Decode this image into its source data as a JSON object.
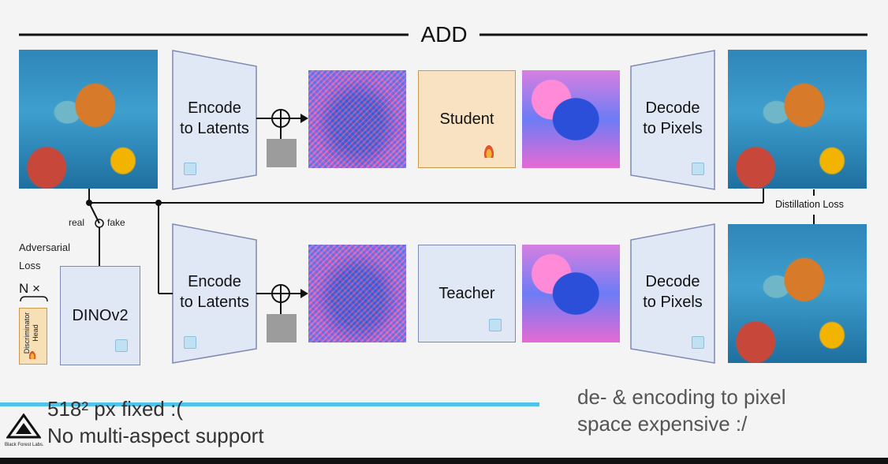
{
  "title": "ADD",
  "top_row": {
    "encode_label": "Encode\nto Latents",
    "student_label": "Student",
    "decode_label": "Decode\nto Pixels"
  },
  "bottom_row": {
    "encode_label": "Encode\nto Latents",
    "teacher_label": "Teacher",
    "decode_label": "Decode\nto Pixels"
  },
  "discriminator": {
    "adversarial_loss_label": "Adversarial\nLoss",
    "n_times": "N ×",
    "head_label": "Discriminator\nHead",
    "dino_label": "DINOv2",
    "switch_real": "real",
    "switch_fake": "fake"
  },
  "distillation_loss_label": "Distillation Loss",
  "captions": {
    "left_line1": "518² px fixed :(",
    "left_line2": "No multi-aspect support",
    "right": "de- & encoding to pixel\nspace expensive :/"
  },
  "logo_text": "Black Forest Labs.",
  "colors": {
    "latent_box_fill": "#e1e8f5",
    "student_fill": "#f9e2c2",
    "teacher_fill": "#e1e8f5",
    "progress_bar": "#4fc3ea"
  },
  "icons": [
    "snowflake-icon",
    "flame-icon",
    "plus-circle-icon",
    "logo-icon"
  ]
}
